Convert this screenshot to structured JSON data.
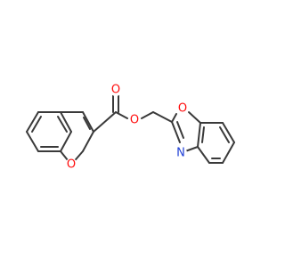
{
  "atoms": [
    {
      "element": "O",
      "label": "O",
      "color": "#ff0d0d"
    },
    {
      "element": "O",
      "label": "O",
      "color": "#ff0d0d"
    },
    {
      "element": "O",
      "label": "O",
      "color": "#ff0d0d"
    },
    {
      "element": "O",
      "label": "O",
      "color": "#ff0d0d"
    },
    {
      "element": "N",
      "label": "N",
      "color": "#1f3fd6"
    }
  ],
  "colors": {
    "bond": "#3a3a3a",
    "oxygen": "#ff0d0d",
    "nitrogen": "#1f3fd6",
    "background": "#ffffff"
  }
}
